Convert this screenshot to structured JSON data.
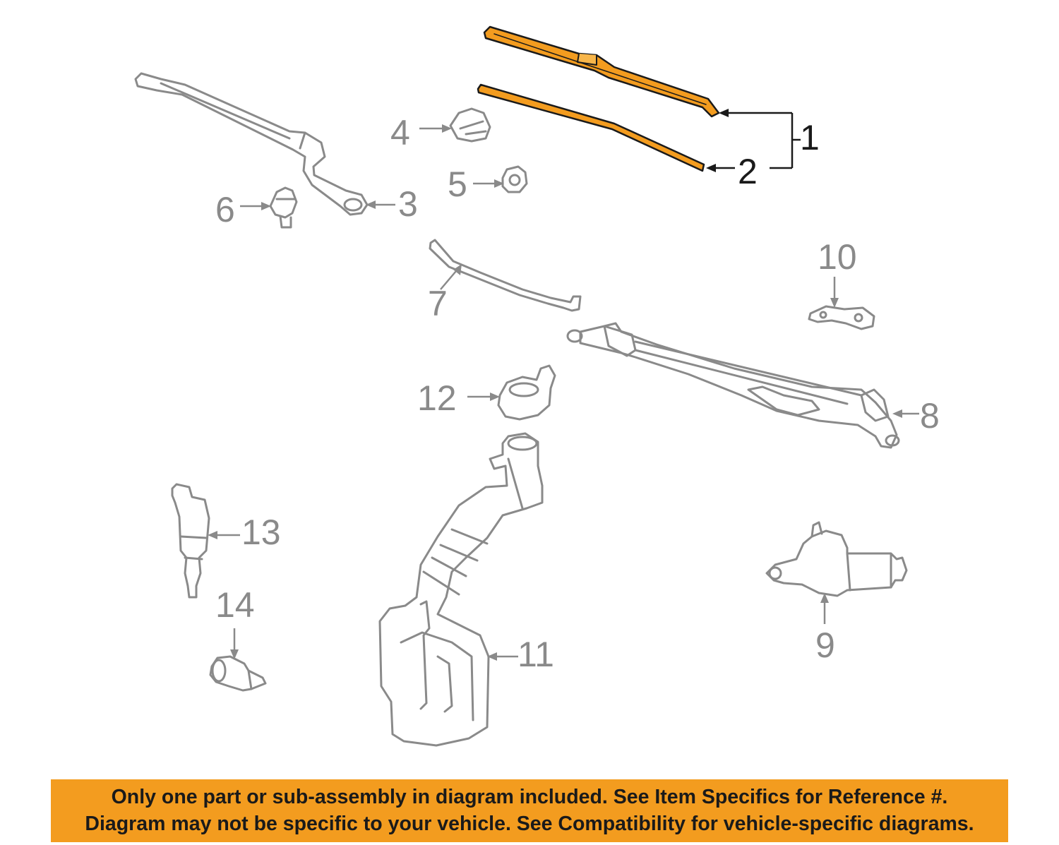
{
  "callouts": {
    "c1": "1",
    "c2": "2",
    "c3": "3",
    "c4": "4",
    "c5": "5",
    "c6": "6",
    "c7": "7",
    "c8": "8",
    "c9": "9",
    "c10": "10",
    "c11": "11",
    "c12": "12",
    "c13": "13",
    "c14": "14"
  },
  "notice": {
    "line1": "Only one part or sub-assembly in diagram included. See Item Specifics for Reference #.",
    "line2": "Diagram may not be specific to your vehicle. See Compatibility for vehicle-specific diagrams."
  },
  "colors": {
    "highlight_part": "#f39c1f",
    "notice_background": "#f39c1f",
    "line_art": "#8a8a8a",
    "highlight_text": "#1a1a1a"
  }
}
